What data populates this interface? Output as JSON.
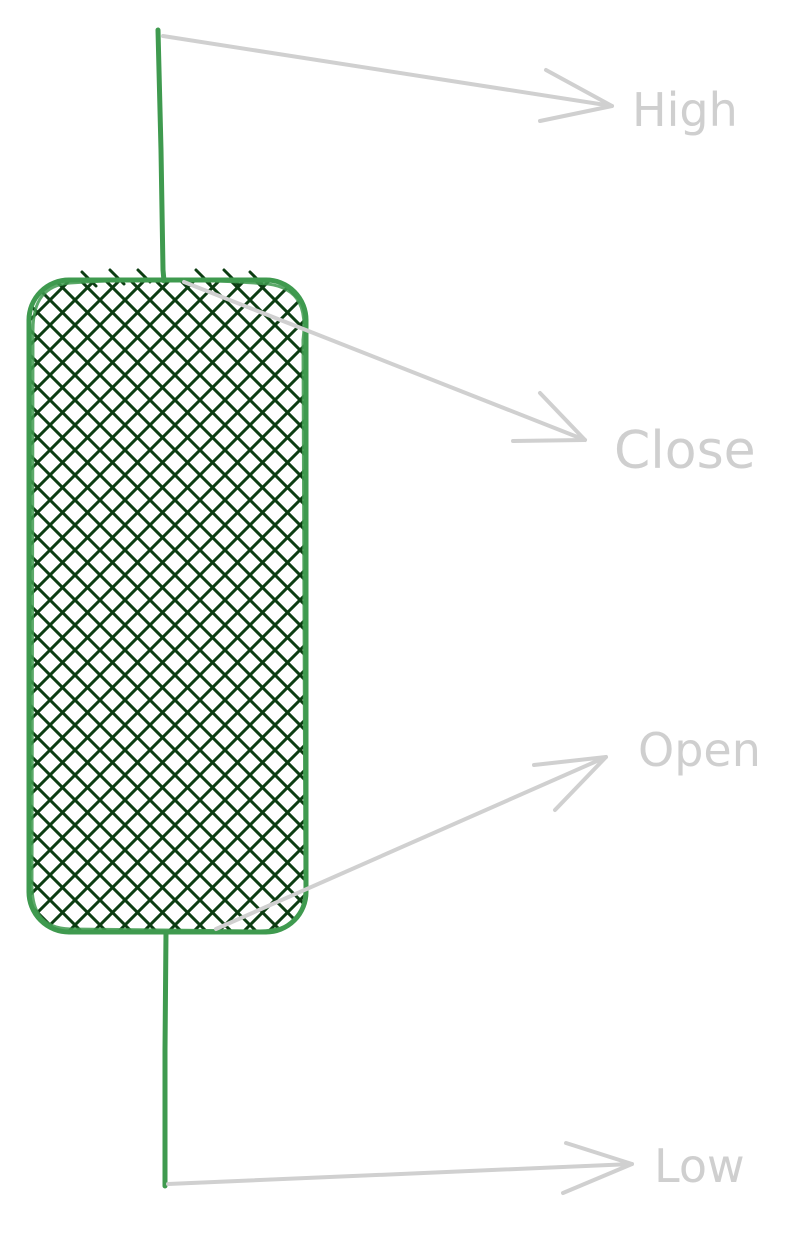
{
  "diagram": {
    "labels": {
      "high": "High",
      "close": "Close",
      "open": "Open",
      "low": "Low"
    },
    "colors": {
      "candle_outline": "#3f9a4f",
      "candle_hatch": "#0c3d12",
      "annotation_gray": "#d0d0d0",
      "background": "#ffffff"
    }
  }
}
